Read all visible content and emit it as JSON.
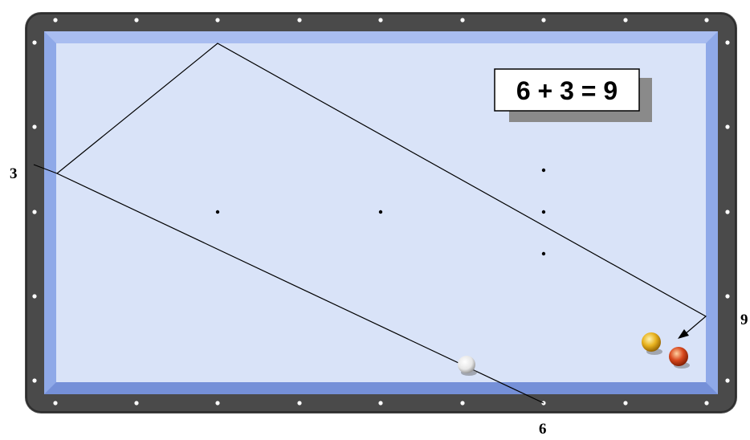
{
  "formula": "6 + 3 = 9",
  "labels": {
    "left_rail": "3",
    "bottom_rail": "6",
    "right_rail": "9"
  },
  "balls": [
    {
      "name": "cue-ball",
      "color": "#f2f2f2"
    },
    {
      "name": "yellow-object-ball",
      "color": "#e8b21e"
    },
    {
      "name": "red-object-ball",
      "color": "#d8481e"
    }
  ],
  "colors": {
    "frame": "#4a4a4a",
    "cushion": "#8fa9e8",
    "cloth": "#d9e3f8",
    "line": "#000000"
  }
}
